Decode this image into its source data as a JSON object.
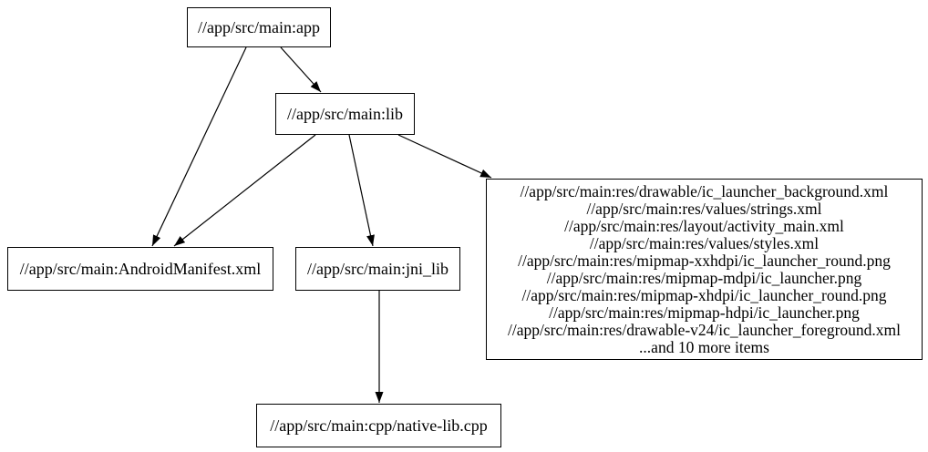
{
  "colors": {
    "background": "#ffffff",
    "node_border": "#000000",
    "node_fill": "#ffffff",
    "text": "#000000",
    "edge": "#000000"
  },
  "graph": {
    "type": "directed-dependency-graph",
    "nodes": {
      "app": {
        "label": "//app/src/main:app"
      },
      "lib": {
        "label": "//app/src/main:lib"
      },
      "manifest": {
        "label": "//app/src/main:AndroidManifest.xml"
      },
      "jni_lib": {
        "label": "//app/src/main:jni_lib"
      },
      "res": {
        "lines": [
          "//app/src/main:res/drawable/ic_launcher_background.xml",
          "//app/src/main:res/values/strings.xml",
          "//app/src/main:res/layout/activity_main.xml",
          "//app/src/main:res/values/styles.xml",
          "//app/src/main:res/mipmap-xxhdpi/ic_launcher_round.png",
          "//app/src/main:res/mipmap-mdpi/ic_launcher.png",
          "//app/src/main:res/mipmap-xhdpi/ic_launcher_round.png",
          "//app/src/main:res/mipmap-hdpi/ic_launcher.png",
          "//app/src/main:res/drawable-v24/ic_launcher_foreground.xml",
          "...and 10 more items"
        ]
      },
      "cpp": {
        "label": "//app/src/main:cpp/native-lib.cpp"
      }
    },
    "edges": [
      {
        "from": "app",
        "to": "lib"
      },
      {
        "from": "app",
        "to": "manifest"
      },
      {
        "from": "lib",
        "to": "manifest"
      },
      {
        "from": "lib",
        "to": "jni_lib"
      },
      {
        "from": "lib",
        "to": "res"
      },
      {
        "from": "jni_lib",
        "to": "cpp"
      }
    ]
  }
}
